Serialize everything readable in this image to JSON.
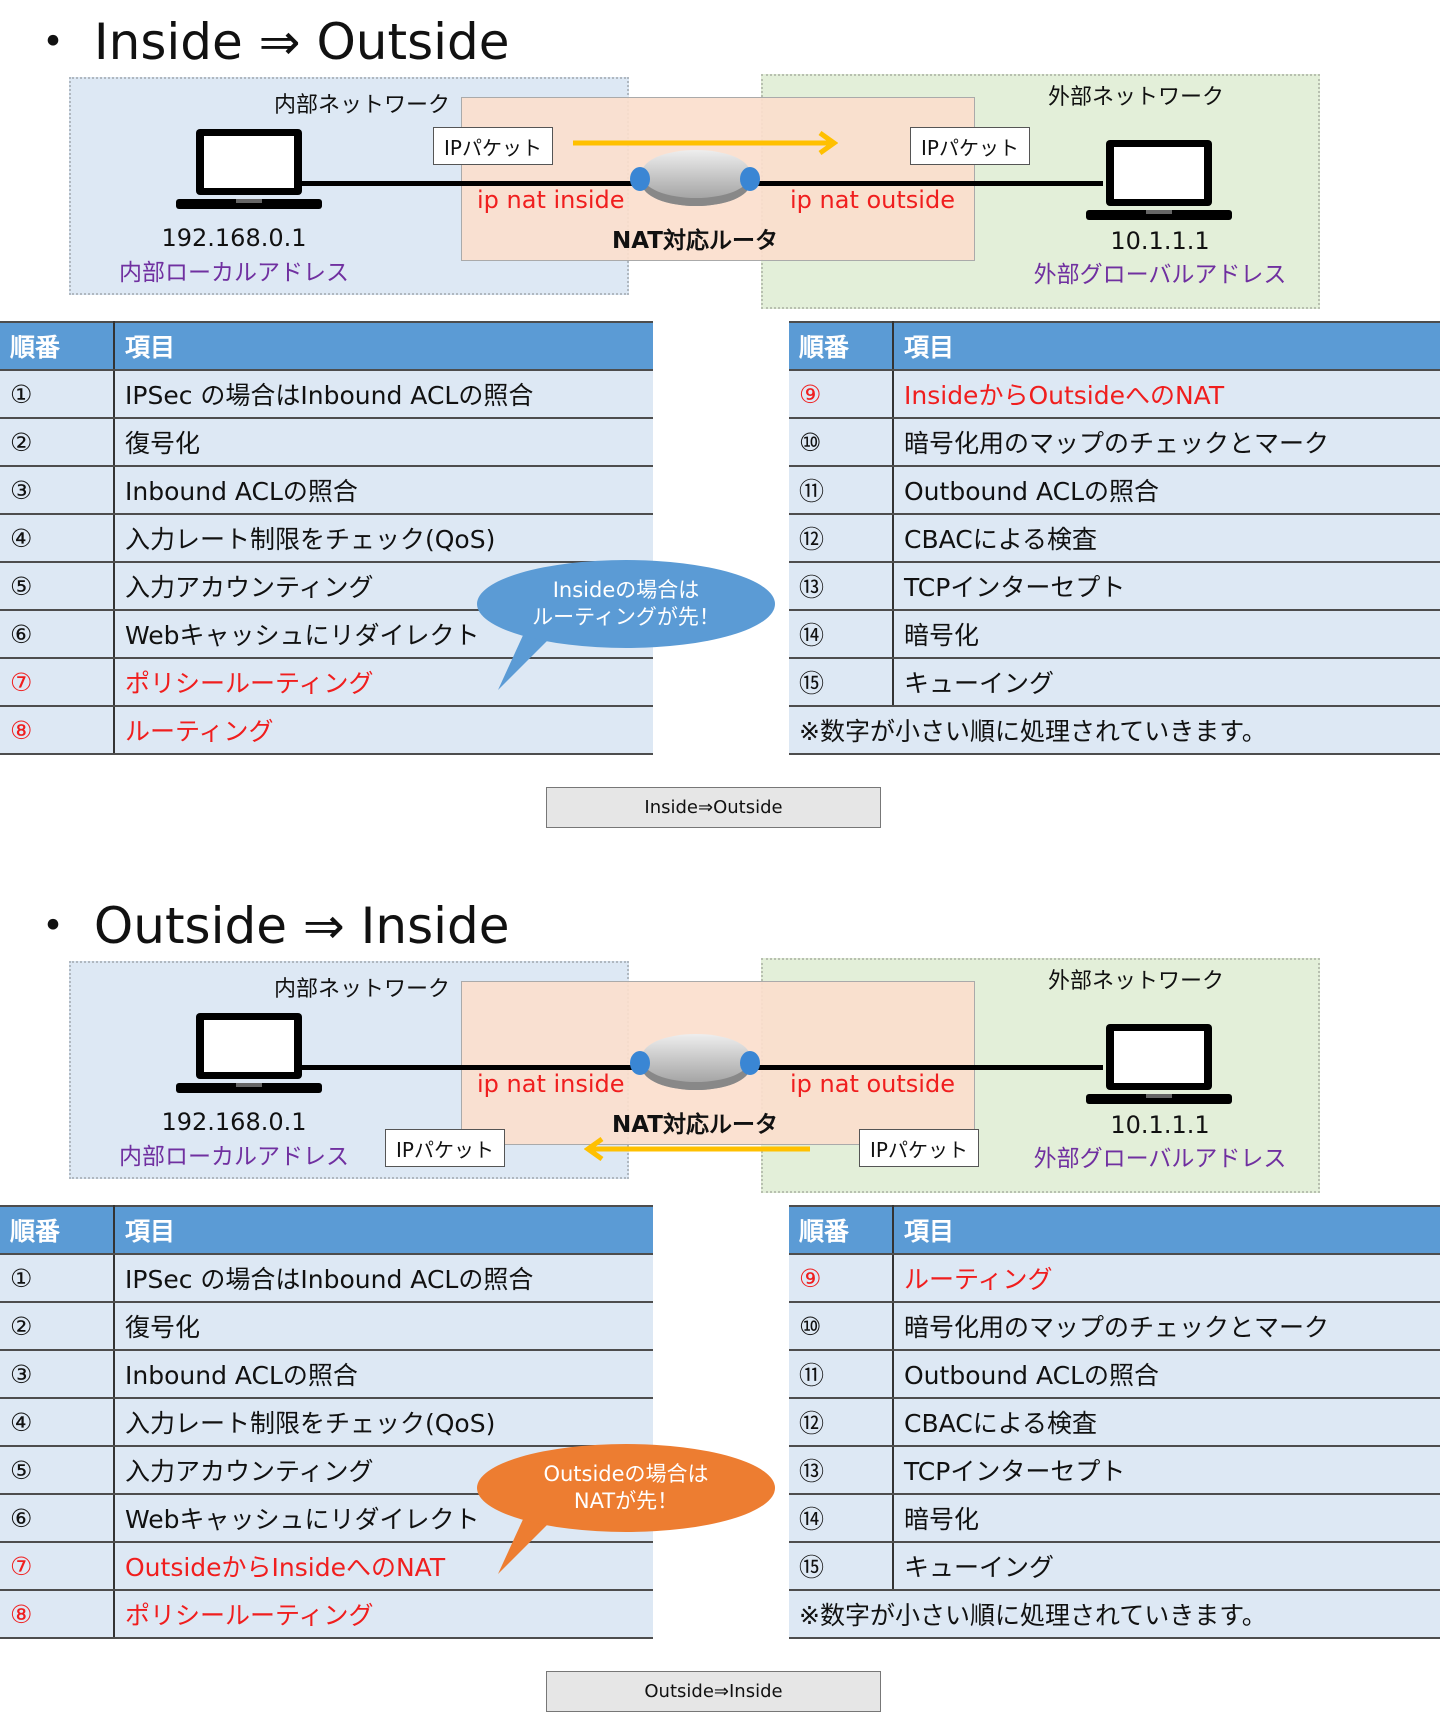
{
  "colors": {
    "header": "#5b9bd5",
    "row": "#dde8f4",
    "highlight": "#f01e1e",
    "bubble_blue": "#5b9bd5",
    "bubble_orange": "#ed7d31",
    "arrow": "#ffc000"
  },
  "sections": [
    {
      "title": "・ Inside ⇒ Outside",
      "inner_network": "内部ネットワーク",
      "outer_network": "外部ネットワーク",
      "packet": "IPパケット",
      "nat_inside": "ip nat inside",
      "nat_outside": "ip nat outside",
      "router": "NAT対応ルータ",
      "inner_ip": "192.168.0.1",
      "inner_addr": "内部ローカルアドレス",
      "outer_ip": "10.1.1.1",
      "outer_addr": "外部グローバルアドレス",
      "direction": "right",
      "left_table": {
        "headers": [
          "順番",
          "項目"
        ],
        "rows": [
          [
            "①",
            "IPSec の場合はInbound ACLの照合",
            false
          ],
          [
            "②",
            "復号化",
            false
          ],
          [
            "③",
            "Inbound ACLの照合",
            false
          ],
          [
            "④",
            "入力レート制限をチェック(QoS)",
            false
          ],
          [
            "⑤",
            "入力アカウンティング",
            false
          ],
          [
            "⑥",
            "Webキャッシュにリダイレクト",
            false
          ],
          [
            "⑦",
            "ポリシールーティング",
            true
          ],
          [
            "⑧",
            "ルーティング",
            true
          ]
        ]
      },
      "right_table": {
        "headers": [
          "順番",
          "項目"
        ],
        "rows": [
          [
            "⑨",
            "InsideからOutsideへのNAT",
            true
          ],
          [
            "⑩",
            "暗号化用のマップのチェックとマーク",
            false
          ],
          [
            "⑪",
            "Outbound ACLの照合",
            false
          ],
          [
            "⑫",
            "CBACによる検査",
            false
          ],
          [
            "⑬",
            "TCPインターセプト",
            false
          ],
          [
            "⑭",
            "暗号化",
            false
          ],
          [
            "⑮",
            "キューイング",
            false
          ]
        ],
        "note": "※数字が小さい順に処理されていきます。"
      },
      "bubble": [
        "Insideの場合は",
        "ルーティングが先！"
      ],
      "bubble_color": "#5b9bd5",
      "button": "Inside⇒Outside"
    },
    {
      "title": "・ Outside ⇒ Inside",
      "inner_network": "内部ネットワーク",
      "outer_network": "外部ネットワーク",
      "packet": "IPパケット",
      "nat_inside": "ip nat inside",
      "nat_outside": "ip nat outside",
      "router": "NAT対応ルータ",
      "inner_ip": "192.168.0.1",
      "inner_addr": "内部ローカルアドレス",
      "outer_ip": "10.1.1.1",
      "outer_addr": "外部グローバルアドレス",
      "direction": "left",
      "left_table": {
        "headers": [
          "順番",
          "項目"
        ],
        "rows": [
          [
            "①",
            "IPSec の場合はInbound ACLの照合",
            false
          ],
          [
            "②",
            "復号化",
            false
          ],
          [
            "③",
            "Inbound ACLの照合",
            false
          ],
          [
            "④",
            "入力レート制限をチェック(QoS)",
            false
          ],
          [
            "⑤",
            "入力アカウンティング",
            false
          ],
          [
            "⑥",
            "Webキャッシュにリダイレクト",
            false
          ],
          [
            "⑦",
            "OutsideからInsideへのNAT",
            true
          ],
          [
            "⑧",
            "ポリシールーティング",
            true
          ]
        ]
      },
      "right_table": {
        "headers": [
          "順番",
          "項目"
        ],
        "rows": [
          [
            "⑨",
            "ルーティング",
            true
          ],
          [
            "⑩",
            "暗号化用のマップのチェックとマーク",
            false
          ],
          [
            "⑪",
            "Outbound ACLの照合",
            false
          ],
          [
            "⑫",
            "CBACによる検査",
            false
          ],
          [
            "⑬",
            "TCPインターセプト",
            false
          ],
          [
            "⑭",
            "暗号化",
            false
          ],
          [
            "⑮",
            "キューイング",
            false
          ]
        ],
        "note": "※数字が小さい順に処理されていきます。"
      },
      "bubble": [
        "Outsideの場合は",
        "NATが先！"
      ],
      "bubble_color": "#ed7d31",
      "button": "Outside⇒Inside"
    }
  ]
}
